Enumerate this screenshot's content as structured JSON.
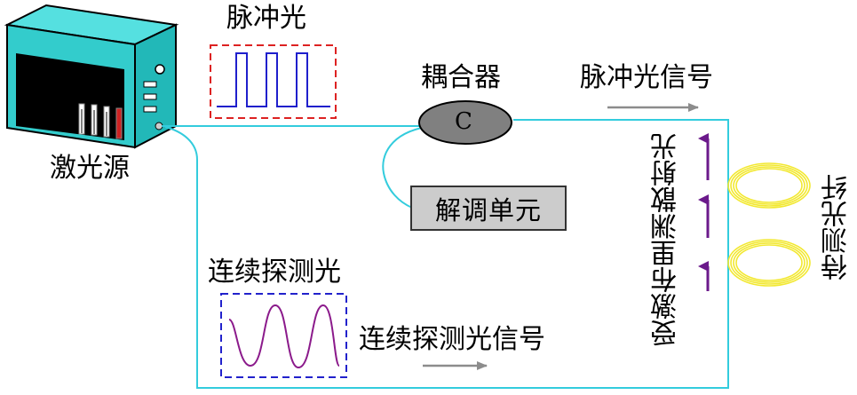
{
  "labels": {
    "laser_source": "激光源",
    "pulse_light": "脉冲光",
    "coupler": "耦合器",
    "coupler_symbol": "C",
    "pulse_signal": "脉冲光信号",
    "demod_unit": "解调单元",
    "cw_probe": "连续探测光",
    "cw_signal": "连续探测光信号",
    "brillouin": "受激布里渊散射光",
    "fiber_under_test": "待测光纤"
  },
  "colors": {
    "fiber": "#33ccdd",
    "laser_body": "#33cccc",
    "pulse_wave": "#1f1fcc",
    "pulse_box": "#dd2222",
    "cw_wave": "#8b1a8b",
    "cw_box": "#2222cc",
    "arrow_gray": "#8c8c8c",
    "arrow_purple": "#6b1a8b",
    "coil": "#f2e830",
    "coupler_fill": "#808080",
    "demod_fill": "#cccccc"
  },
  "icons": {
    "laser": "laser-device-icon",
    "coupler": "coupler-ellipse-icon",
    "fiber_coil": "fiber-coil-icon"
  }
}
